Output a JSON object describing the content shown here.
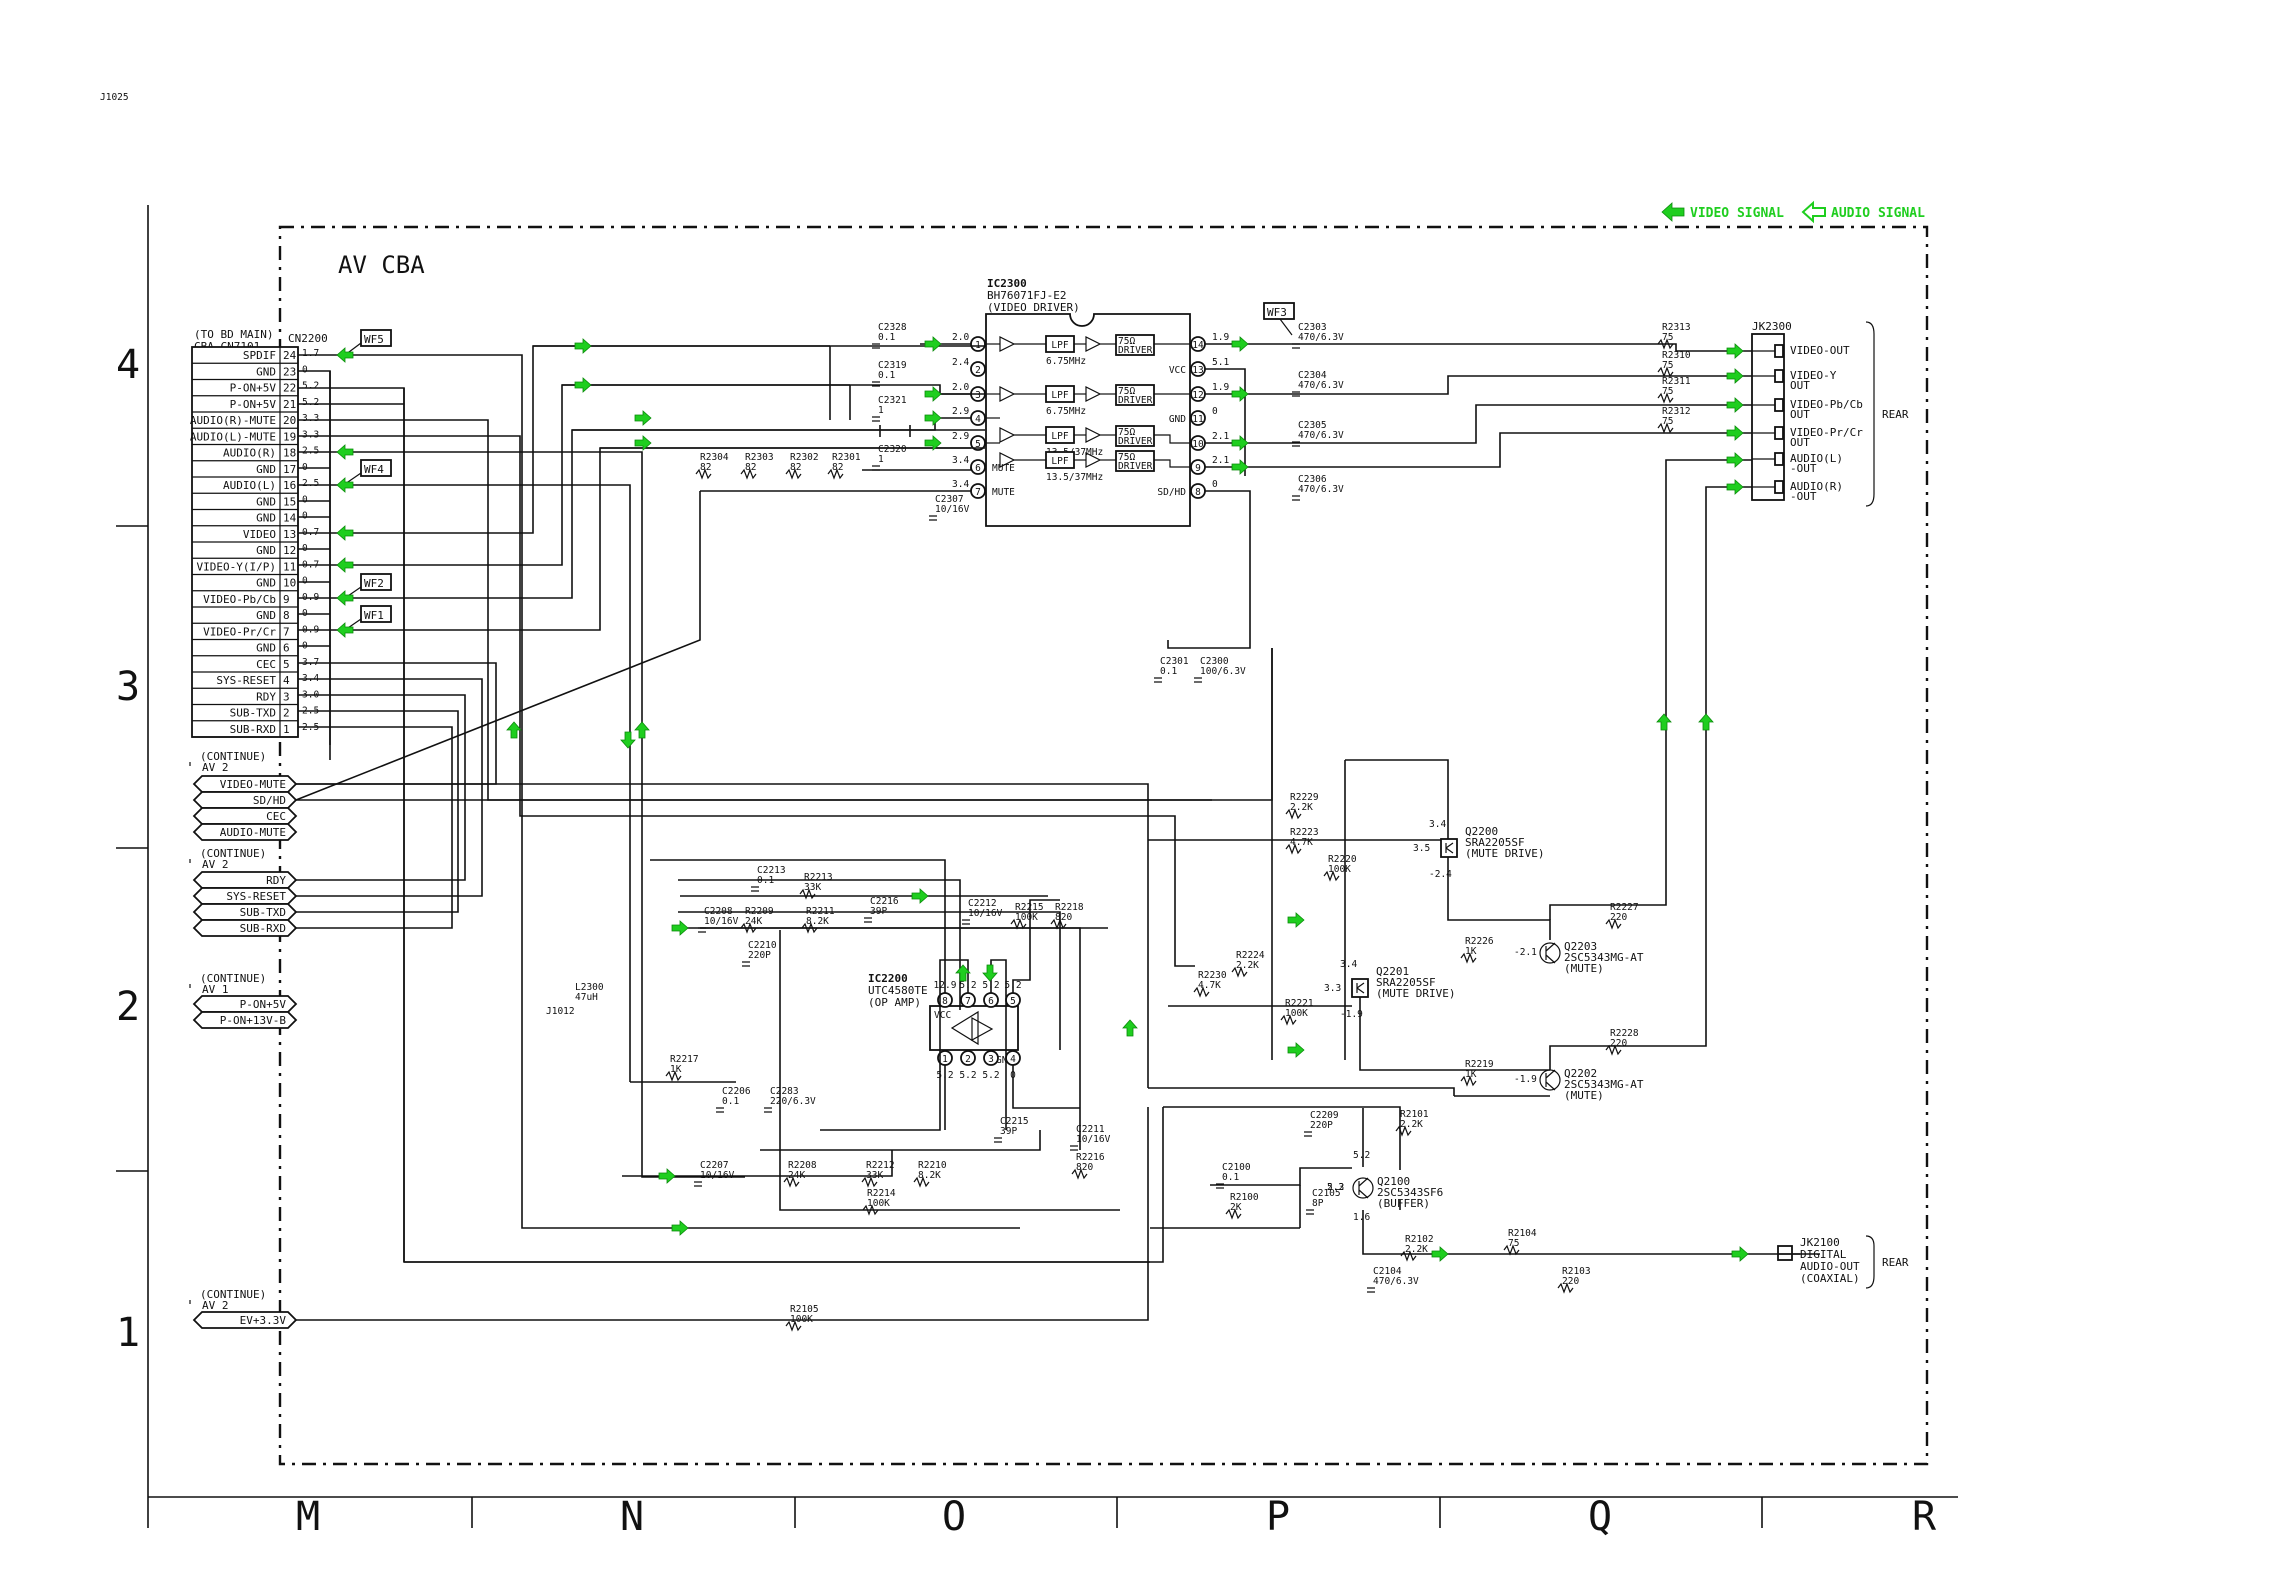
{
  "board_title": "AV CBA",
  "legend": {
    "video": "VIDEO SIGNAL",
    "audio": "AUDIO SIGNAL",
    "video_color": "#1fce1f",
    "audio_color": "#1fce1f"
  },
  "row_markers": [
    "4",
    "3",
    "2",
    "1"
  ],
  "col_markers": [
    "M",
    "N",
    "O",
    "P",
    "Q",
    "R"
  ],
  "wf_tags": [
    "WF5",
    "WF4",
    "WF2",
    "WF1",
    "WF3"
  ],
  "connector": {
    "ref": "CN2200",
    "note_line1": "(TO BD MAIN)",
    "note_line2": "CBA CN7101",
    "pins": [
      {
        "name": "SPDIF",
        "num": "24",
        "v": "1.7"
      },
      {
        "name": "GND",
        "num": "23",
        "v": "0"
      },
      {
        "name": "P-ON+5V",
        "num": "22",
        "v": "5.2"
      },
      {
        "name": "P-ON+5V",
        "num": "21",
        "v": "5.2"
      },
      {
        "name": "AUDIO(R)-MUTE",
        "num": "20",
        "v": "3.3"
      },
      {
        "name": "AUDIO(L)-MUTE",
        "num": "19",
        "v": "3.3"
      },
      {
        "name": "AUDIO(R)",
        "num": "18",
        "v": "2.5"
      },
      {
        "name": "GND",
        "num": "17",
        "v": "0"
      },
      {
        "name": "AUDIO(L)",
        "num": "16",
        "v": "2.5"
      },
      {
        "name": "GND",
        "num": "15",
        "v": "0"
      },
      {
        "name": "GND",
        "num": "14",
        "v": "0"
      },
      {
        "name": "VIDEO",
        "num": "13",
        "v": "0.7"
      },
      {
        "name": "GND",
        "num": "12",
        "v": "0"
      },
      {
        "name": "VIDEO-Y(I/P)",
        "num": "11",
        "v": "0.7"
      },
      {
        "name": "GND",
        "num": "10",
        "v": "0"
      },
      {
        "name": "VIDEO-Pb/Cb",
        "num": "9",
        "v": "0.9"
      },
      {
        "name": "GND",
        "num": "8",
        "v": "0"
      },
      {
        "name": "VIDEO-Pr/Cr",
        "num": "7",
        "v": "0.9"
      },
      {
        "name": "GND",
        "num": "6",
        "v": "0"
      },
      {
        "name": "CEC",
        "num": "5",
        "v": "3.7"
      },
      {
        "name": "SYS-RESET",
        "num": "4",
        "v": "3.4"
      },
      {
        "name": "RDY",
        "num": "3",
        "v": "3.0"
      },
      {
        "name": "SUB-TXD",
        "num": "2",
        "v": "2.5"
      },
      {
        "name": "SUB-RXD",
        "num": "1",
        "v": "2.5"
      }
    ]
  },
  "continue_groups": [
    {
      "l1": "(CONTINUE)",
      "l2": "AV 2",
      "items": [
        "VIDEO-MUTE",
        "SD/HD",
        "CEC",
        "AUDIO-MUTE"
      ]
    },
    {
      "l1": "(CONTINUE)",
      "l2": "AV 2",
      "items": [
        "RDY",
        "SYS-RESET",
        "SUB-TXD",
        "SUB-RXD"
      ]
    },
    {
      "l1": "(CONTINUE)",
      "l2": "AV 1",
      "items": [
        "P-ON+5V",
        "P-ON+13V-B"
      ]
    },
    {
      "l1": "(CONTINUE)",
      "l2": "AV 2",
      "items": [
        "EV+3.3V"
      ]
    }
  ],
  "ic2300": {
    "ref": "IC2300",
    "part": "BH76071FJ-E2",
    "func": "(VIDEO DRIVER)",
    "lpf_labels": [
      "LPF",
      "LPF",
      "LPF",
      "LPF"
    ],
    "lpf_freqs": [
      "6.75MHz",
      "6.75MHz",
      "13.5/37MHz",
      "13.5/37MHz"
    ],
    "drivers": [
      "75Ω DRIVER",
      "75Ω DRIVER",
      "75Ω DRIVER",
      "75Ω DRIVER"
    ],
    "driver_top": [
      "75Ω",
      "75Ω",
      "75Ω",
      "75Ω"
    ],
    "driver_bot": [
      "DRIVER",
      "DRIVER",
      "DRIVER",
      "DRIVER"
    ],
    "left_pins": [
      {
        "n": "1",
        "v": "2.0",
        "t": ""
      },
      {
        "n": "2",
        "v": "2.4",
        "t": ""
      },
      {
        "n": "3",
        "v": "2.0",
        "t": ""
      },
      {
        "n": "4",
        "v": "2.9",
        "t": ""
      },
      {
        "n": "5",
        "v": "2.9",
        "t": ""
      },
      {
        "n": "6",
        "v": "3.4",
        "t": "MUTE"
      },
      {
        "n": "7",
        "v": "3.4",
        "t": "MUTE"
      }
    ],
    "right_pins": [
      {
        "n": "14",
        "v": "1.9",
        "t": ""
      },
      {
        "n": "13",
        "v": "5.1",
        "t": "VCC"
      },
      {
        "n": "12",
        "v": "1.9",
        "t": ""
      },
      {
        "n": "11",
        "v": "0",
        "t": "GND"
      },
      {
        "n": "10",
        "v": "2.1",
        "t": ""
      },
      {
        "n": "9",
        "v": "2.1",
        "t": ""
      },
      {
        "n": "8",
        "v": "0",
        "t": "SD/HD"
      }
    ]
  },
  "ic2200": {
    "ref": "IC2200",
    "part": "UTC4580TE",
    "func": "(OP AMP)",
    "vcc": "VCC",
    "gnd": "GND",
    "top_pins": [
      "8",
      "7",
      "6",
      "5"
    ],
    "top_v": [
      "12.9",
      "5.2",
      "5.2",
      "5.2"
    ],
    "bot_pins": [
      "1",
      "2",
      "3",
      "4"
    ],
    "bot_v": [
      "5.2",
      "5.2",
      "5.2",
      "0"
    ]
  },
  "jk2300": {
    "ref": "JK2300",
    "rear": "REAR",
    "outs": [
      "VIDEO-OUT",
      "VIDEO-Y",
      "OUT",
      "VIDEO-Pb/Cb",
      "OUT",
      "VIDEO-Pr/Cr",
      "OUT",
      "AUDIO(L)",
      "-OUT",
      "AUDIO(R)",
      "-OUT"
    ]
  },
  "jk2100": {
    "ref": "JK2100",
    "l1": "DIGITAL",
    "l2": "AUDIO-OUT",
    "l3": "(COAXIAL)",
    "rear": "REAR"
  },
  "transistors": [
    {
      "ref": "Q2200",
      "part": "SRA2205SF",
      "func": "(MUTE DRIVE)",
      "v1": "3.4",
      "v2": "3.5",
      "v3": "-2.4"
    },
    {
      "ref": "Q2201",
      "part": "SRA2205SF",
      "func": "(MUTE DRIVE)",
      "v1": "3.4",
      "v2": "3.3",
      "v3": "-1.9"
    },
    {
      "ref": "Q2203",
      "part": "2SC5343MG-AT",
      "func": "(MUTE)",
      "v1": "-2.1"
    },
    {
      "ref": "Q2202",
      "part": "2SC5343MG-AT",
      "func": "(MUTE)",
      "v1": "-1.9"
    },
    {
      "ref": "Q2100",
      "part": "2SC5343SF6",
      "func": "(BUFFER)",
      "v1": "5.2",
      "v2": "2.3",
      "v3": "1.6"
    }
  ],
  "parts": [
    {
      "id": "C2328",
      "val": "0.1"
    },
    {
      "id": "C2319",
      "val": "0.1"
    },
    {
      "id": "C2321",
      "val": "1"
    },
    {
      "id": "C2320",
      "val": "1"
    },
    {
      "id": "C2307",
      "val": "10/16V"
    },
    {
      "id": "R2304",
      "val": "82"
    },
    {
      "id": "R2303",
      "val": "82"
    },
    {
      "id": "R2302",
      "val": "82"
    },
    {
      "id": "R2301",
      "val": "82"
    },
    {
      "id": "C2303",
      "val": "470/6.3V"
    },
    {
      "id": "C2304",
      "val": "470/6.3V"
    },
    {
      "id": "C2305",
      "val": "470/6.3V"
    },
    {
      "id": "C2306",
      "val": "470/6.3V"
    },
    {
      "id": "R2313",
      "val": "75"
    },
    {
      "id": "R2310",
      "val": "75"
    },
    {
      "id": "R2311",
      "val": "75"
    },
    {
      "id": "R2312",
      "val": "75"
    },
    {
      "id": "C2301",
      "val": "0.1"
    },
    {
      "id": "C2300",
      "val": "100/6.3V"
    },
    {
      "id": "R2229",
      "val": "2.2K"
    },
    {
      "id": "R2223",
      "val": "4.7K"
    },
    {
      "id": "R2220",
      "val": "100K"
    },
    {
      "id": "R2227",
      "val": "220"
    },
    {
      "id": "R2226",
      "val": "1K"
    },
    {
      "id": "R2224",
      "val": "2.2K"
    },
    {
      "id": "R2230",
      "val": "4.7K"
    },
    {
      "id": "R2221",
      "val": "100K"
    },
    {
      "id": "R2228",
      "val": "220"
    },
    {
      "id": "R2219",
      "val": "1K"
    },
    {
      "id": "C2213",
      "val": "0.1"
    },
    {
      "id": "R2213",
      "val": "33K"
    },
    {
      "id": "C2216",
      "val": "39P"
    },
    {
      "id": "C2212",
      "val": "10/16V"
    },
    {
      "id": "R2215",
      "val": "100K"
    },
    {
      "id": "R2218",
      "val": "820"
    },
    {
      "id": "C2208",
      "val": "10/16V"
    },
    {
      "id": "R2209",
      "val": "24K"
    },
    {
      "id": "R2211",
      "val": "8.2K"
    },
    {
      "id": "C2210",
      "val": "220P"
    },
    {
      "id": "L2300",
      "val": "47uH"
    },
    {
      "id": "J1012",
      "val": ""
    },
    {
      "id": "R2217",
      "val": "1K"
    },
    {
      "id": "C2206",
      "val": "0.1"
    },
    {
      "id": "C2283",
      "val": "220/6.3V"
    },
    {
      "id": "C2207",
      "val": "10/16V"
    },
    {
      "id": "R2208",
      "val": "24K"
    },
    {
      "id": "R2212",
      "val": "33K"
    },
    {
      "id": "R2210",
      "val": "8.2K"
    },
    {
      "id": "C2215",
      "val": "39P"
    },
    {
      "id": "C2211",
      "val": "10/16V"
    },
    {
      "id": "R2216",
      "val": "820"
    },
    {
      "id": "R2214",
      "val": "100K"
    },
    {
      "id": "C2209",
      "val": "220P"
    },
    {
      "id": "R2101",
      "val": "2.2K"
    },
    {
      "id": "C2100",
      "val": "0.1"
    },
    {
      "id": "R2100",
      "val": "2K"
    },
    {
      "id": "C2105",
      "val": "8P"
    },
    {
      "id": "R2102",
      "val": "2.2K"
    },
    {
      "id": "R2104",
      "val": "75"
    },
    {
      "id": "C2104",
      "val": "470/6.3V"
    },
    {
      "id": "R2103",
      "val": "220"
    },
    {
      "id": "R2105",
      "val": "100K"
    },
    {
      "id": "J1025",
      "val": ""
    }
  ]
}
